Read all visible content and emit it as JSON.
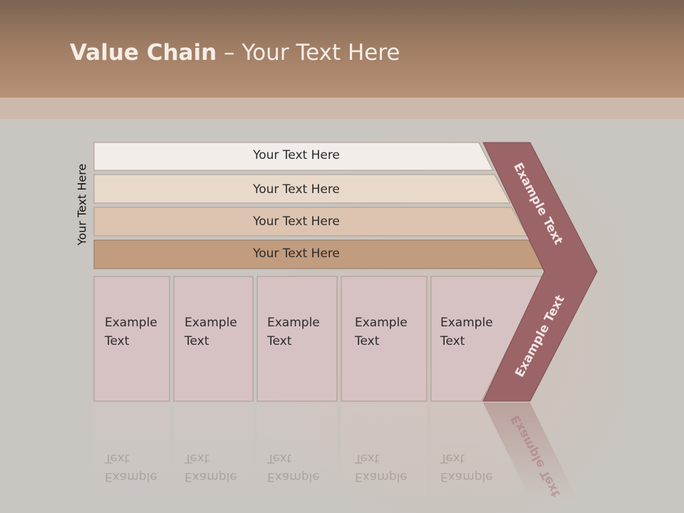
{
  "slide": {
    "title_bold": "Value Chain",
    "title_rest": " – Your Text Here"
  },
  "side_label": "Your Text Here",
  "support_bars": [
    {
      "label": "Your Text Here",
      "color": "#f3ede9"
    },
    {
      "label": "Your Text Here",
      "color": "#e8d9cb"
    },
    {
      "label": "Your Text Here",
      "color": "#dcc4b1"
    },
    {
      "label": "Your Text Here",
      "color": "#c19c7e"
    }
  ],
  "primary_boxes": [
    {
      "line1": "Example",
      "line2": "Text"
    },
    {
      "line1": "Example",
      "line2": "Text"
    },
    {
      "line1": "Example",
      "line2": "Text"
    },
    {
      "line1": "Example",
      "line2": "Text"
    },
    {
      "line1": "Example",
      "line2": "Text"
    }
  ],
  "chevron": {
    "upper_label": "Example Text",
    "lower_label": "Example Text",
    "color": "#9b6466"
  },
  "colors": {
    "header": "#9e7c63",
    "box_fill": "#d7c2c3",
    "background": "#c9c5c1"
  }
}
